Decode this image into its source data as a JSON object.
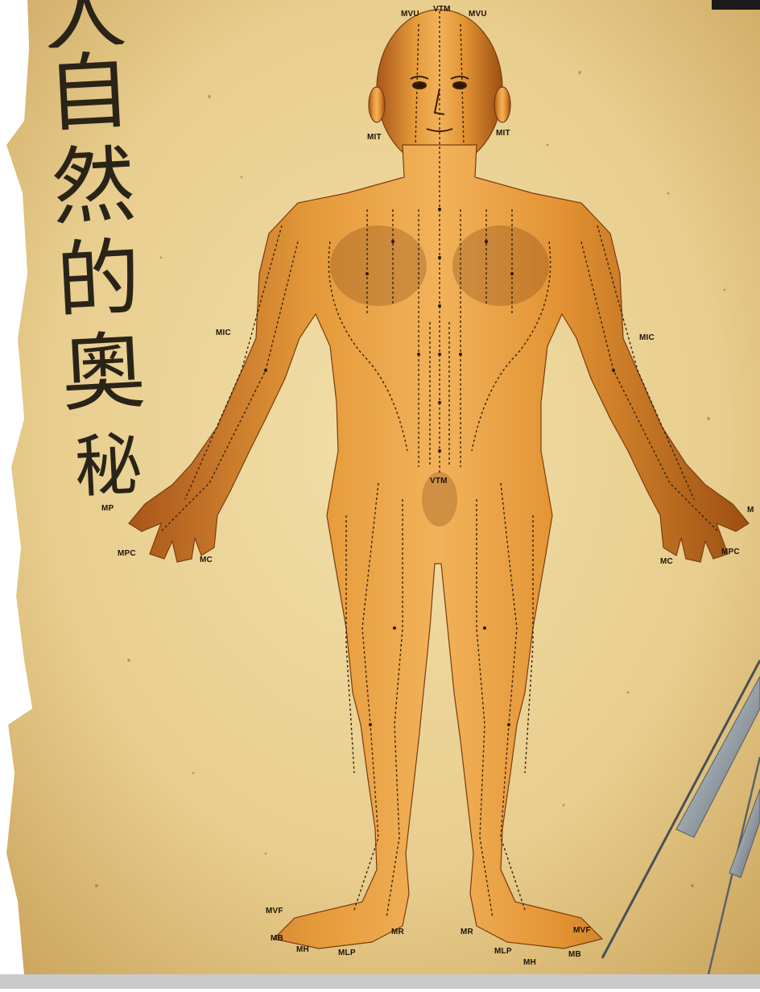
{
  "title_calligraphy": [
    "人",
    "自",
    "然",
    "的",
    "奧",
    "秘"
  ],
  "colors": {
    "parchment": "#ead49a",
    "parchment_dark": "#c9a35a",
    "skin": "#d98a2c",
    "skin_shadow": "#9c4f12",
    "meridian": "#3a230e"
  },
  "labels": {
    "head_left": "MVU",
    "head_center": "VTM",
    "head_right": "MVU",
    "face_left": "MIT",
    "face_right": "MIT",
    "arm_left": "MIC",
    "arm_right": "MIC",
    "hand_left_top": "MP",
    "hand_left_1": "MPC",
    "hand_left_2": "MC",
    "hand_right_top": "M",
    "hand_right_1": "MC",
    "hand_right_2": "MPC",
    "groin": "VTM",
    "foot_left_1": "MVF",
    "foot_left_2": "MB",
    "foot_left_3": "MH",
    "foot_left_4": "MLP",
    "foot_left_5": "MR",
    "foot_right_1": "MR",
    "foot_right_2": "MVF",
    "foot_right_3": "MLP",
    "foot_right_4": "MH",
    "foot_right_5": "MB"
  }
}
